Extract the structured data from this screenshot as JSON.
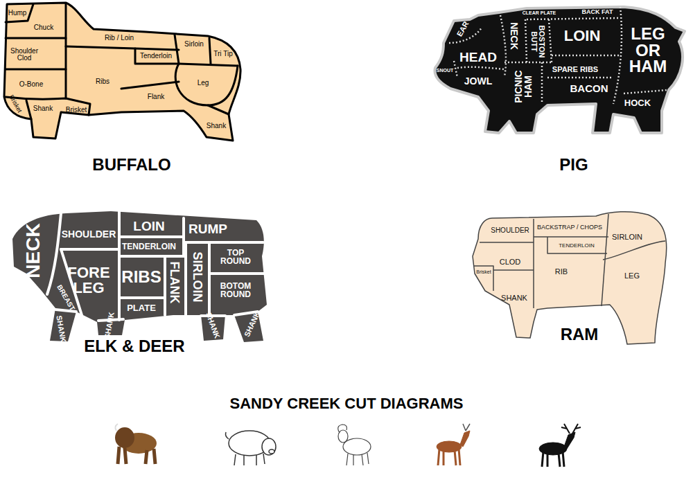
{
  "diagram": {
    "title": "SANDY CREEK CUT DIAGRAMS",
    "nodes": [
      {
        "text": [
          "BUFFALO"
        ]
      },
      {
        "text": [
          "Hump"
        ],
        "in": 0
      },
      {
        "text": [
          "Chuck"
        ],
        "in": 0
      },
      {
        "text": [
          "Rib / Loin"
        ],
        "in": 0
      },
      {
        "text": [
          "Shoulder Clod"
        ],
        "in": 0
      },
      {
        "text": [
          "Sirloin"
        ],
        "in": 0
      },
      {
        "text": [
          "Tenderloin"
        ],
        "in": 0
      },
      {
        "text": [
          "Tri Tip"
        ],
        "in": 0
      },
      {
        "text": [
          "O-Bone"
        ],
        "in": 0
      },
      {
        "text": [
          "Ribs"
        ],
        "in": 0
      },
      {
        "text": [
          "Leg"
        ],
        "in": 0
      },
      {
        "text": [
          "Flank"
        ],
        "in": 0
      },
      {
        "text": [
          "Brisket"
        ],
        "in": 0
      },
      {
        "text": [
          "Shank"
        ],
        "in": 0
      },
      {
        "text": [
          "Brisket"
        ],
        "in": 0
      },
      {
        "text": [
          "Shank"
        ],
        "in": 0
      },
      {
        "text": [
          "PIG"
        ]
      },
      {
        "text": [
          "EAR"
        ],
        "in": 16
      },
      {
        "text": [
          "NECK"
        ],
        "in": 16
      },
      {
        "text": [
          "CLEAR PLATE"
        ],
        "in": 16
      },
      {
        "text": [
          "BACK FAT"
        ],
        "in": 16
      },
      {
        "text": [
          "LOIN"
        ],
        "in": 16
      },
      {
        "text": [
          "LEG OR HAM"
        ],
        "in": 16
      },
      {
        "text": [
          "HEAD"
        ],
        "in": 16
      },
      {
        "text": [
          "BOSTON BUTT"
        ],
        "in": 16
      },
      {
        "text": [
          "SNOUT"
        ],
        "in": 16
      },
      {
        "text": [
          "JOWL"
        ],
        "in": 16
      },
      {
        "text": [
          "PICNIC HAM"
        ],
        "in": 16
      },
      {
        "text": [
          "SPARE RIBS"
        ],
        "in": 16
      },
      {
        "text": [
          "BACON"
        ],
        "in": 16
      },
      {
        "text": [
          "HOCK"
        ],
        "in": 16
      },
      {
        "text": [
          "ELK & DEER"
        ]
      },
      {
        "text": [
          "NECK"
        ],
        "in": 31
      },
      {
        "text": [
          "SHOULDER"
        ],
        "in": 31
      },
      {
        "text": [
          "LOIN"
        ],
        "in": 31
      },
      {
        "text": [
          "RUMP"
        ],
        "in": 31
      },
      {
        "text": [
          "TENDERLOIN"
        ],
        "in": 31
      },
      {
        "text": [
          "FORE LEG"
        ],
        "in": 31
      },
      {
        "text": [
          "RIBS"
        ],
        "in": 31
      },
      {
        "text": [
          "FLANK"
        ],
        "in": 31
      },
      {
        "text": [
          "SIRLOIN"
        ],
        "in": 31
      },
      {
        "text": [
          "TOP ROUND"
        ],
        "in": 31
      },
      {
        "text": [
          "BOTOM ROUND"
        ],
        "in": 31
      },
      {
        "text": [
          "BREAST"
        ],
        "in": 31
      },
      {
        "text": [
          "PLATE"
        ],
        "in": 31
      },
      {
        "text": [
          "SHANK"
        ],
        "in": 31
      },
      {
        "text": [
          "SHANK"
        ],
        "in": 31
      },
      {
        "text": [
          "SHANK"
        ],
        "in": 31
      },
      {
        "text": [
          "SHANK"
        ],
        "in": 31
      },
      {
        "text": [
          "RAM"
        ]
      },
      {
        "text": [
          "SHOULDER"
        ],
        "in": 49
      },
      {
        "text": [
          "BACKSTRAP / CHOPS"
        ],
        "in": 49
      },
      {
        "text": [
          "TENDERLOIN"
        ],
        "in": 49
      },
      {
        "text": [
          "SIRLOIN"
        ],
        "in": 49
      },
      {
        "text": [
          "CLOD"
        ],
        "in": 49
      },
      {
        "text": [
          "Brisket"
        ],
        "in": 49
      },
      {
        "text": [
          "RIB"
        ],
        "in": 49
      },
      {
        "text": [
          "LEG"
        ],
        "in": 49
      },
      {
        "text": [
          "SHANK"
        ],
        "in": 49
      }
    ]
  }
}
